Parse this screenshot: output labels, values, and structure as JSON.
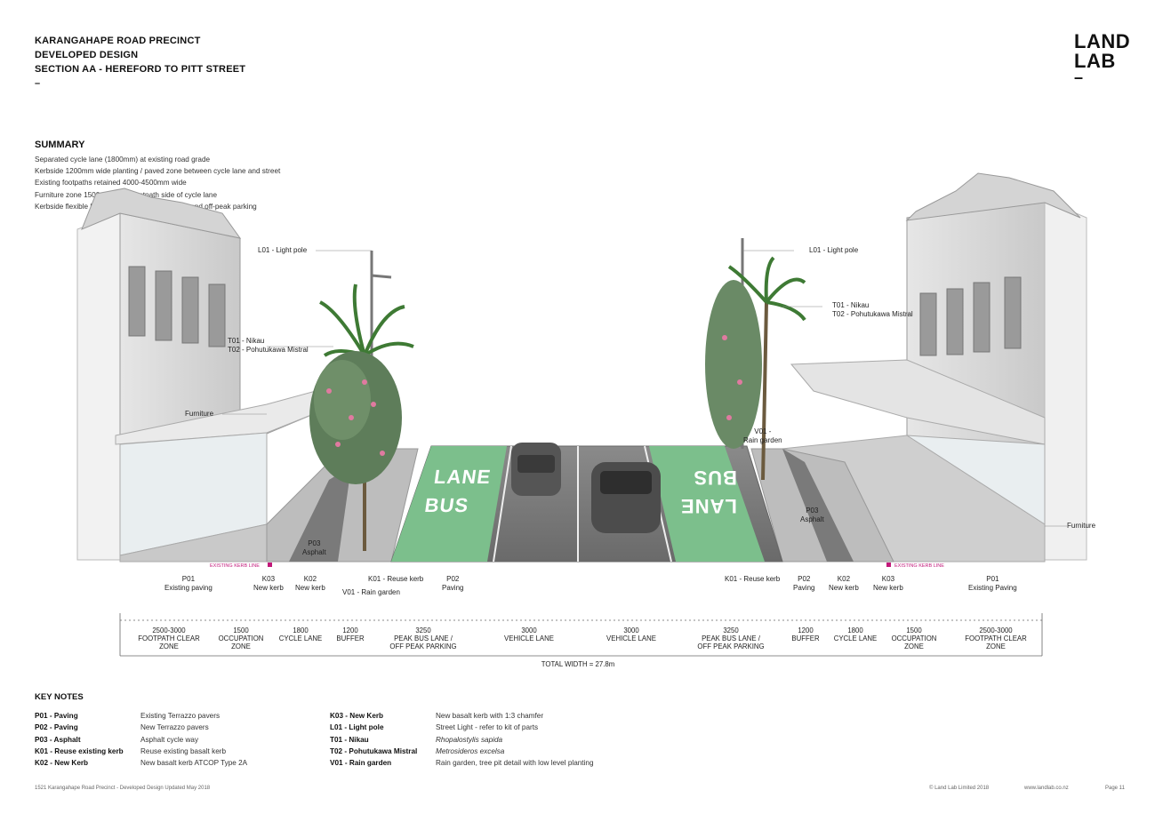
{
  "header": {
    "line1": "KARANGAHAPE ROAD PRECINCT",
    "line2": "DEVELOPED DESIGN",
    "line3": "SECTION AA - HEREFORD TO PITT STREET",
    "dash": "–"
  },
  "logo": {
    "line1": "LAND",
    "line2": "LAB",
    "dash": "–"
  },
  "summary": {
    "title": "SUMMARY",
    "items": [
      "Separated cycle lane (1800mm) at existing road grade",
      "Kerbside 1200mm wide planting / paved zone between cycle lane and street",
      "Existing footpaths retained 4000-4500mm wide",
      "Furniture zone 1500mm+/- on footpath side of cycle lane",
      "Kerbside flexible lane with peak period bus lane and off-peak parking"
    ]
  },
  "callouts": {
    "light_left": "L01 - Light pole",
    "light_right": "L01 - Light pole",
    "tree_left_1": "T01 - Nikau",
    "tree_left_2": "T02 - Pohutukawa Mistral",
    "tree_right_1": "T01 - Nikau",
    "tree_right_2": "T02 - Pohutukawa Mistral",
    "furniture_left": "Furniture",
    "furniture_right": "Furniture",
    "raingarden_right_1": "V01 -",
    "raingarden_right_2": "Rain garden",
    "p03_left_1": "P03",
    "p03_left_2": "Asphalt",
    "p03_right_1": "P03",
    "p03_right_2": "Asphalt",
    "kerb_left": "EXISTING KERB LINE",
    "kerb_right": "EXISTING KERB LINE",
    "lane_left_1": "LANE",
    "lane_left_2": "BUS",
    "lane_right_1": "BUS",
    "lane_right_2": "LANE"
  },
  "bottom_labels": [
    {
      "a": "P01",
      "b": "Existing paving"
    },
    {
      "a": "K03",
      "b": "New kerb"
    },
    {
      "a": "K02",
      "b": "New kerb"
    },
    {
      "a": "V01 - Rain garden",
      "b": ""
    },
    {
      "a": "K01 - Reuse kerb",
      "b": ""
    },
    {
      "a": "P02",
      "b": "Paving"
    },
    {
      "a": "K01 - Reuse kerb",
      "b": ""
    },
    {
      "a": "P02",
      "b": "Paving"
    },
    {
      "a": "K02",
      "b": "New kerb"
    },
    {
      "a": "K03",
      "b": "New kerb"
    },
    {
      "a": "P01",
      "b": "Existing Paving"
    }
  ],
  "dimensions": [
    {
      "value": "2500-3000",
      "label1": "FOOTPATH CLEAR",
      "label2": "ZONE"
    },
    {
      "value": "1500",
      "label1": "OCCUPATION",
      "label2": "ZONE"
    },
    {
      "value": "1800",
      "label1": "CYCLE LANE",
      "label2": ""
    },
    {
      "value": "1200",
      "label1": "BUFFER",
      "label2": ""
    },
    {
      "value": "3250",
      "label1": "PEAK BUS LANE /",
      "label2": "OFF PEAK PARKING"
    },
    {
      "value": "3000",
      "label1": "VEHICLE LANE",
      "label2": ""
    },
    {
      "value": "3000",
      "label1": "VEHICLE LANE",
      "label2": ""
    },
    {
      "value": "3250",
      "label1": "PEAK BUS LANE /",
      "label2": "OFF PEAK PARKING"
    },
    {
      "value": "1200",
      "label1": "BUFFER",
      "label2": ""
    },
    {
      "value": "1800",
      "label1": "CYCLE LANE",
      "label2": ""
    },
    {
      "value": "1500",
      "label1": "OCCUPATION",
      "label2": "ZONE"
    },
    {
      "value": "2500-3000",
      "label1": "FOOTPATH CLEAR",
      "label2": "ZONE"
    }
  ],
  "total_width": "TOTAL WIDTH = 27.8m",
  "key_notes": {
    "title": "KEY NOTES",
    "col1": [
      {
        "code": "P01 - Paving",
        "desc": "Existing Terrazzo pavers"
      },
      {
        "code": "P02 - Paving",
        "desc": "New Terrazzo pavers"
      },
      {
        "code": "P03 - Asphalt",
        "desc": "Asphalt cycle way"
      },
      {
        "code": "K01 - Reuse existing kerb",
        "desc": "Reuse existing basalt kerb"
      },
      {
        "code": "K02 - New Kerb",
        "desc": "New basalt kerb ATCOP Type 2A"
      }
    ],
    "col2": [
      {
        "code": "K03 - New Kerb",
        "desc": "New basalt kerb with 1:3 chamfer"
      },
      {
        "code": "L01 - Light pole",
        "desc": "Street Light - refer to kit of parts"
      },
      {
        "code": "T01 - Nikau",
        "desc": "Rhopalostylis sapida"
      },
      {
        "code": "T02 - Pohutukawa Mistral",
        "desc": "Metrosideros excelsa"
      },
      {
        "code": "V01 - Rain garden",
        "desc": "Rain garden, tree pit detail with low level planting"
      }
    ]
  },
  "footer": {
    "left": "1521 Karangahape Road Precinct - Developed Design   Updated May 2018",
    "copyright": "© Land Lab Limited 2018",
    "url": "www.landlab.co.nz",
    "page": "Page   11"
  },
  "colors": {
    "bus_lane": "#7cbf8c",
    "road": "#6f6f6f",
    "building": "#cfcfcf",
    "kerb_marker": "#c2187a"
  }
}
